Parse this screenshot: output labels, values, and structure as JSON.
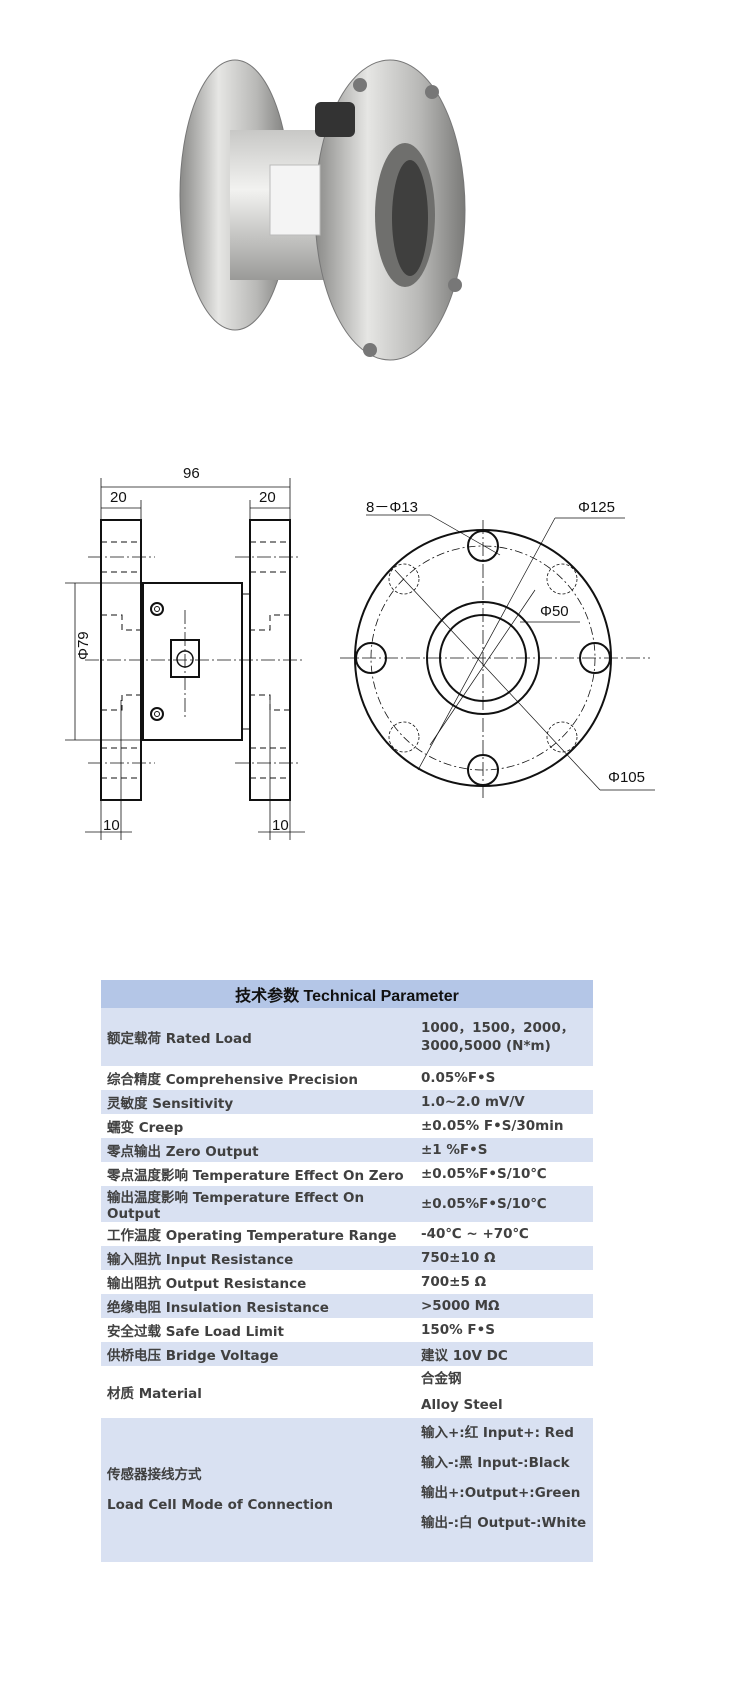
{
  "drawing": {
    "dims": {
      "overall": "96",
      "flange_left": "20",
      "flange_right": "20",
      "body_dia": "Φ79",
      "offset_left": "10",
      "offset_right": "10",
      "holes": "8－Φ13",
      "outer": "Φ125",
      "bore": "Φ50",
      "bolt_circle": "Φ105"
    }
  },
  "table": {
    "title": "技术参数 Technical Parameter",
    "rows": [
      {
        "label": "额定载荷 Rated Load",
        "value": [
          "1000，1500，2000，",
          "3000,5000 (N*m)"
        ]
      },
      {
        "label": "综合精度 Comprehensive Precision",
        "value": [
          "0.05%F•S"
        ]
      },
      {
        "label": "灵敏度 Sensitivity",
        "value": [
          "1.0~2.0 mV/V"
        ]
      },
      {
        "label": "蠕变 Creep",
        "value": [
          "±0.05% F•S/30min"
        ]
      },
      {
        "label": "零点输出 Zero Output",
        "value": [
          "±1 %F•S"
        ]
      },
      {
        "label": "零点温度影响 Temperature Effect On Zero",
        "value": [
          "±0.05%F•S/10℃"
        ]
      },
      {
        "label": "输出温度影响 Temperature Effect On Output",
        "value": [
          "±0.05%F•S/10℃"
        ]
      },
      {
        "label": "工作温度 Operating Temperature Range",
        "value": [
          "-40℃ ~ +70℃"
        ]
      },
      {
        "label": "输入阻抗 Input Resistance",
        "value": [
          "750±10 Ω"
        ]
      },
      {
        "label": "输出阻抗 Output Resistance",
        "value": [
          "700±5 Ω"
        ]
      },
      {
        "label": "绝缘电阻 Insulation Resistance",
        "value": [
          ">5000 MΩ"
        ]
      },
      {
        "label": "安全过载 Safe Load Limit",
        "value": [
          "150% F•S"
        ]
      },
      {
        "label": "供桥电压 Bridge Voltage",
        "value": [
          "建议 10V DC"
        ]
      },
      {
        "label": "材质 Material",
        "value": [
          "合金钢",
          "Alloy Steel"
        ]
      },
      {
        "label": "传感器接线方式\nLoad Cell Mode of Connection",
        "label_lines": [
          "传感器接线方式",
          "Load Cell Mode of Connection"
        ],
        "value": [
          "输入+:红 Input+: Red",
          "输入-:黑 Input-:Black",
          "输出+:Output+:Green",
          "输出-:白 Output-:White"
        ]
      }
    ]
  },
  "colors": {
    "header": "#b4c6e7",
    "row_alt": "#d9e1f2",
    "text": "#404040"
  }
}
